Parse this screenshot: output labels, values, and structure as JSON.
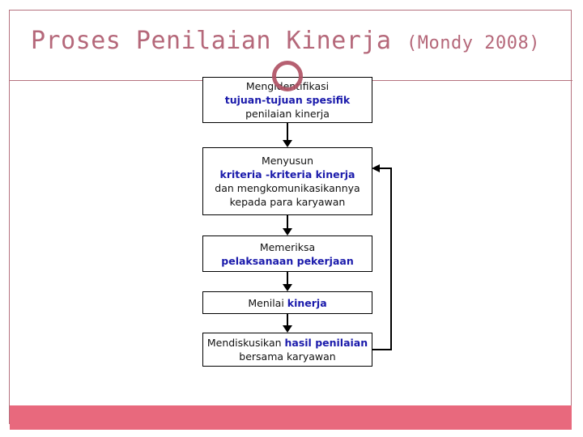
{
  "slide": {
    "title_main": "Proses Penilaian Kinerja",
    "title_citation": "(Mondy 2008)",
    "title_color": "#b5687a",
    "rule_color": "#b5727f",
    "frame_color": "#b5727f",
    "bottom_bar_color": "#e8697d",
    "background_color": "#ffffff"
  },
  "diagram": {
    "highlight_color": "#1a1aab",
    "text_color": "#111111",
    "connector_color": "#000000",
    "annotation": {
      "name": "red-circle-annotation",
      "shape": "circle-outline",
      "color": "#b05365"
    },
    "boxes": [
      {
        "id": 1,
        "lines": [
          {
            "text": "Mengidentifikasi",
            "emphasis": false
          },
          {
            "text": "tujuan-tujuan spesifik",
            "emphasis": true
          },
          {
            "text": "penilaian kinerja",
            "emphasis": false
          }
        ]
      },
      {
        "id": 2,
        "lines": [
          {
            "text": "Menyusun",
            "emphasis": false
          },
          {
            "text": "kriteria -kriteria kinerja",
            "emphasis": true
          },
          {
            "text": "dan mengkomunikasikannya",
            "emphasis": false
          },
          {
            "text": "kepada para karyawan",
            "emphasis": false
          }
        ]
      },
      {
        "id": 3,
        "lines": [
          {
            "text": "Memeriksa",
            "emphasis": false
          },
          {
            "text": "pelaksanaan pekerjaan",
            "emphasis": true
          }
        ]
      },
      {
        "id": 4,
        "lines": [
          {
            "text": "Menilai ",
            "emphasis": false,
            "inline": true
          },
          {
            "text": "kinerja",
            "emphasis": true,
            "inline": true
          }
        ]
      },
      {
        "id": 5,
        "lines": [
          {
            "text": "Mendiskusikan ",
            "emphasis": false,
            "inline": true
          },
          {
            "text": "hasil penilaian",
            "emphasis": true,
            "inline": true
          },
          {
            "text": "bersama karyawan",
            "emphasis": false
          }
        ]
      }
    ],
    "connectors": [
      {
        "name": "arrow-box1-to-box2",
        "from": 1,
        "to": 2,
        "direction": "down"
      },
      {
        "name": "arrow-box2-to-box3",
        "from": 2,
        "to": 3,
        "direction": "down"
      },
      {
        "name": "arrow-box3-to-box4",
        "from": 3,
        "to": 4,
        "direction": "down"
      },
      {
        "name": "arrow-box4-to-box5",
        "from": 4,
        "to": 5,
        "direction": "down"
      },
      {
        "name": "feedback-arrow-box5-to-box2",
        "from": 5,
        "to": 2,
        "direction": "up-left"
      }
    ]
  }
}
